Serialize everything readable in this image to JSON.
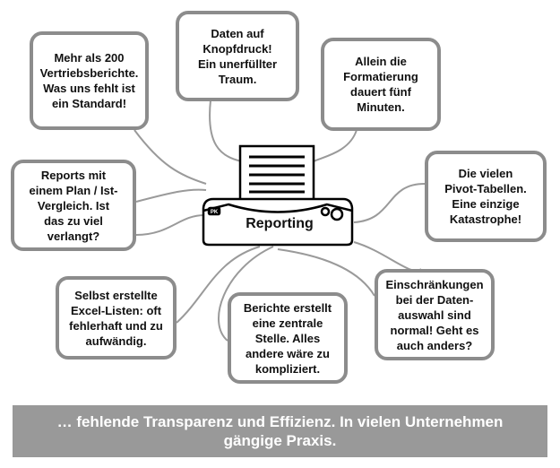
{
  "printer": {
    "label": "Reporting",
    "badge": "PK"
  },
  "statements": [
    {
      "text": "Mehr als 200\nVertriebsberichte.\nWas uns fehlt ist\nein Standard!"
    },
    {
      "text": "Daten auf\nKnopfdruck!\nEin unerfüllter\nTraum."
    },
    {
      "text": "Allein die\nFormatierung\ndauert fünf\nMinuten."
    },
    {
      "text": "Reports mit\neinem Plan / Ist-\nVergleich. Ist\ndas zu viel\nverlangt?"
    },
    {
      "text": "Die vielen\nPivot-Tabellen.\nEine einzige\nKatastrophe!"
    },
    {
      "text": "Selbst erstellte\nExcel-Listen: oft\nfehlerhaft und zu\naufwändig."
    },
    {
      "text": "Berichte erstellt\neine zentrale\nStelle. Alles\nandere wäre zu\nkompliziert."
    },
    {
      "text": "Einschränkungen\nbei der Daten-\nauswahl sind\nnormal! Geht es\nauch anders?"
    }
  ],
  "banner": {
    "text": "… fehlende Transparenz und Effizienz. In vielen Unternehmen gängige Praxis."
  },
  "colors": {
    "border": "#8c8c8c",
    "banner": "#999999",
    "line": "#999999"
  }
}
